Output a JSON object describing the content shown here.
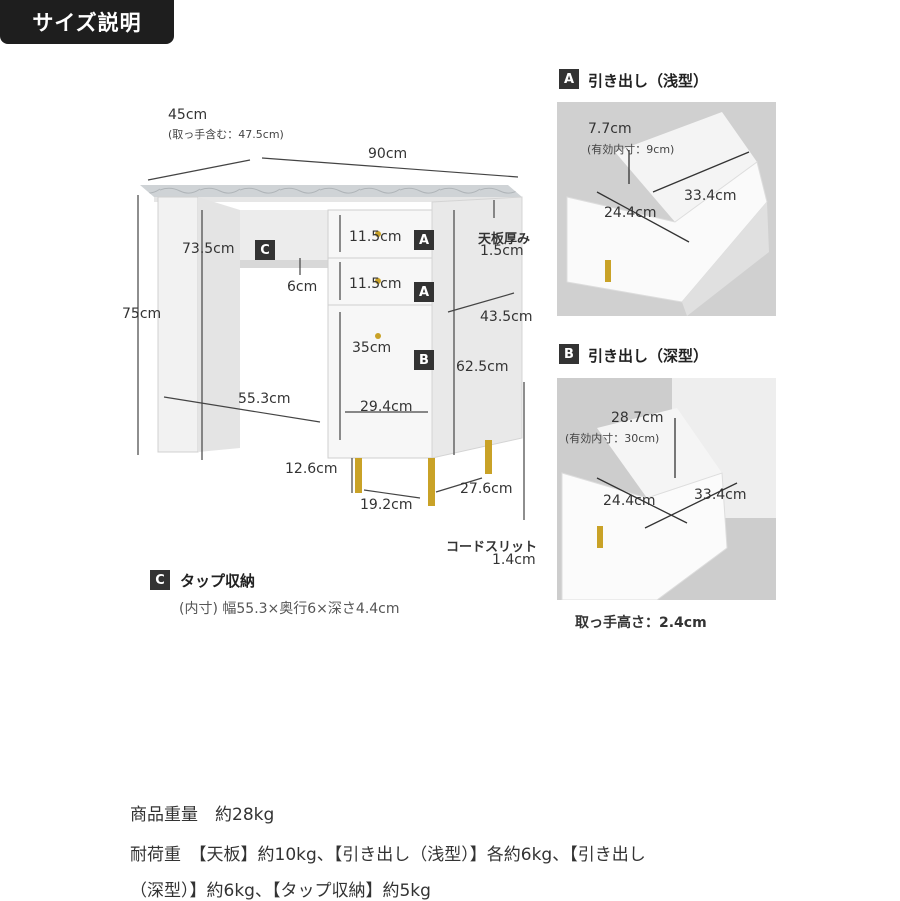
{
  "title": "サイズ説明",
  "desk": {
    "depth": "45cm",
    "depth_note": "(取っ手含む：47.5cm)",
    "width": "90cm",
    "height": "75cm",
    "inner_height": "73.5cm",
    "top_thickness_label": "天板厚み",
    "top_thickness": "1.5cm",
    "tap_height": "6cm",
    "drawer_a1": "11.5cm",
    "drawer_a2": "11.5cm",
    "drawer_b": "35cm",
    "cabinet_depth": "43.5cm",
    "cabinet_height": "62.5cm",
    "knee_width": "55.3cm",
    "drawer_width": "29.4cm",
    "leg_height": "12.6cm",
    "leg_span": "19.2cm",
    "leg_depth": "27.6cm",
    "cord_slit_label": "コードスリット",
    "cord_slit": "1.4cm",
    "tag_a": "A",
    "tag_b": "B",
    "tag_c": "C"
  },
  "drawer_shallow": {
    "tag": "A",
    "title": "引き出し（浅型）",
    "depth": "7.7cm",
    "depth_note": "(有効内寸：9cm)",
    "width": "24.4cm",
    "length": "33.4cm"
  },
  "drawer_deep": {
    "tag": "B",
    "title": "引き出し（深型）",
    "depth": "28.7cm",
    "depth_note": "(有効内寸：30cm)",
    "width": "24.4cm",
    "length": "33.4cm",
    "handle_note": "取っ手高さ：2.4cm"
  },
  "tap_storage": {
    "tag": "C",
    "title": "タップ収納",
    "note": "(内寸) 幅55.3×奥行6×深さ4.4cm"
  },
  "specs": {
    "weight": "商品重量　約28kg",
    "load_line1": "耐荷重　【天板】約10kg、【引き出し（浅型）】各約6kg、【引き出し",
    "load_line2": "（深型）】約6kg、【タップ収納】約5kg"
  },
  "colors": {
    "badge": "#1e1e1e",
    "tag": "#333333",
    "gold": "#c9a227"
  }
}
